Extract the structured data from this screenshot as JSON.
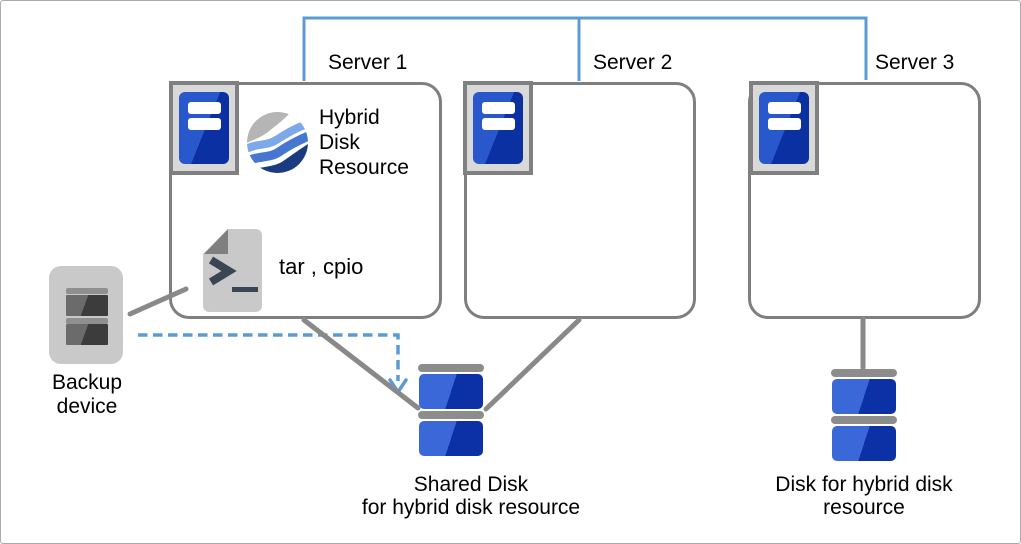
{
  "colors": {
    "canvas-border": "#ababab",
    "text": "#000000",
    "accent-blue": "#5b9bd5",
    "line-gray": "#898989",
    "box-border": "#7f7f7f",
    "box-bg": "#ffffff",
    "frame-bg": "#d9d9d9",
    "frame-border": "#808080",
    "tower-light": "#2858cc",
    "tower-dark": "#0b30a2",
    "disk-light": "#3a68d8",
    "disk-dark": "#0c31a6",
    "disk-cap": "#8c8c8c",
    "device-bg": "#c9c9c9",
    "slot-bar": "#8f8f8f",
    "slot-light": "#6b6b6b",
    "slot-dark": "#3c3c3c",
    "doc-bg": "#c9c9c9",
    "doc-fold": "#7f7f7f",
    "doc-glyph": "#3a4654",
    "hd-gray": "#b5b5b5",
    "hd-light": "#7da9ea",
    "hd-mid": "#4476d2",
    "hd-navy": "#1b3b80"
  },
  "servers": [
    {
      "label": "Server 1"
    },
    {
      "label": "Server 2"
    },
    {
      "label": "Server 3"
    }
  ],
  "hybrid_resource": {
    "label": "Hybrid\nDisk\nResource"
  },
  "backup_tools": {
    "label": "tar , cpio"
  },
  "backup_device": {
    "label": "Backup\ndevice"
  },
  "shared_disk": {
    "label": "Shared Disk\nfor hybrid disk resource"
  },
  "hybrid_disk": {
    "label": "Disk for hybrid disk\nresource"
  },
  "icons": {
    "server": "server-tower-icon",
    "hybrid_resource": "hybrid-disk-resource-icon",
    "backup_tools": "terminal-file-icon",
    "backup_device": "backup-device-icon",
    "shared_disk": "disk-stack-icon",
    "hybrid_disk": "disk-stack-icon",
    "backup_flow": "dashed-arrow-down-icon"
  }
}
